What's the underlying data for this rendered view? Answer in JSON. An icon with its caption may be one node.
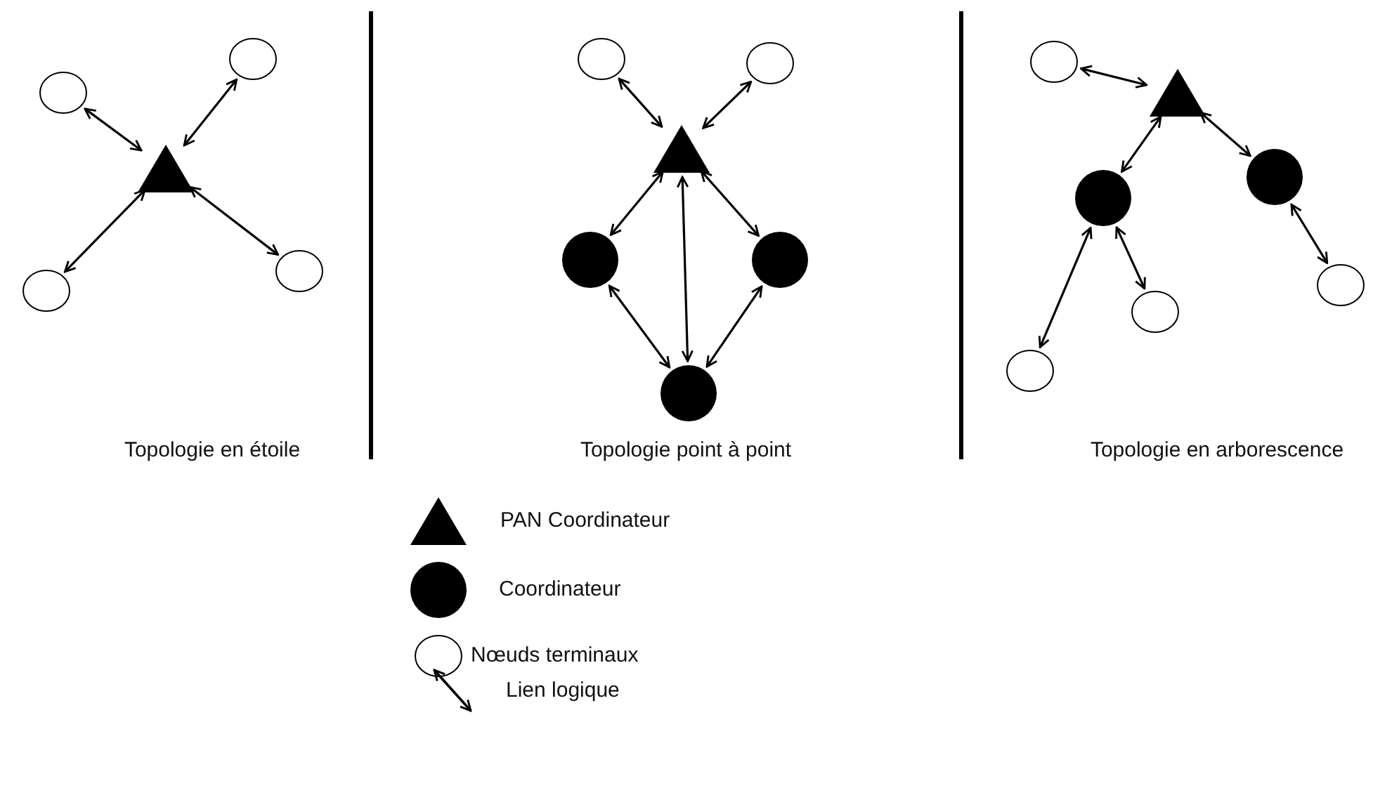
{
  "diagram": {
    "nodes": [
      {
        "text": [],
        "shape": "circle"
      },
      {
        "text": [],
        "shape": "circle"
      },
      {
        "text": [],
        "shape": "triangle"
      },
      {
        "text": [],
        "shape": "circle"
      },
      {
        "text": [],
        "shape": "circle"
      },
      {
        "text": [],
        "shape": "circle"
      },
      {
        "text": [],
        "shape": "circle"
      },
      {
        "text": [],
        "shape": "triangle"
      },
      {
        "text": [],
        "shape": "disc"
      },
      {
        "text": [],
        "shape": "disc"
      },
      {
        "text": [],
        "shape": "disc"
      },
      {
        "text": [],
        "shape": "circle"
      },
      {
        "text": [],
        "shape": "triangle"
      },
      {
        "text": [],
        "shape": "disc"
      },
      {
        "text": [],
        "shape": "disc"
      },
      {
        "text": [],
        "shape": "circle"
      },
      {
        "text": [],
        "shape": "circle"
      },
      {
        "text": [],
        "shape": "circle"
      }
    ],
    "edges": [
      {
        "from": 2,
        "to": 0,
        "arrow": "both"
      },
      {
        "from": 2,
        "to": 1,
        "arrow": "both"
      },
      {
        "from": 2,
        "to": 3,
        "arrow": "both"
      },
      {
        "from": 2,
        "to": 4,
        "arrow": "both"
      },
      {
        "from": 7,
        "to": 5,
        "arrow": "both"
      },
      {
        "from": 7,
        "to": 6,
        "arrow": "both"
      },
      {
        "from": 7,
        "to": 8,
        "arrow": "both"
      },
      {
        "from": 7,
        "to": 9,
        "arrow": "both"
      },
      {
        "from": 7,
        "to": 10,
        "arrow": "both"
      },
      {
        "from": 8,
        "to": 10,
        "arrow": "both"
      },
      {
        "from": 9,
        "to": 10,
        "arrow": "both"
      },
      {
        "from": 12,
        "to": 11,
        "arrow": "both"
      },
      {
        "from": 12,
        "to": 14,
        "arrow": "both"
      },
      {
        "from": 12,
        "to": 13,
        "arrow": "both"
      },
      {
        "from": 14,
        "to": 17,
        "arrow": "both"
      },
      {
        "from": 14,
        "to": 16,
        "arrow": "both"
      },
      {
        "from": 13,
        "to": 15,
        "arrow": "both"
      }
    ],
    "labels": [
      "Topologie en étoile",
      "Topologie point à point",
      "Topologie en arborescence"
    ],
    "legend": [
      {
        "text": "PAN Coordinateur"
      },
      {
        "text": "Coordinateur"
      },
      {
        "text": "Nœuds terminaux"
      },
      {
        "text": "Lien logique"
      }
    ]
  }
}
